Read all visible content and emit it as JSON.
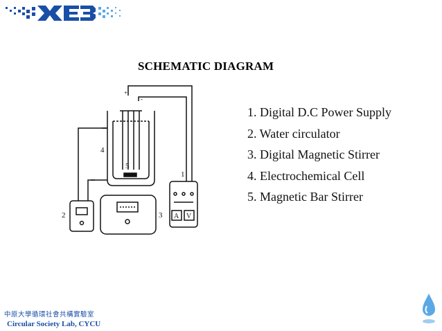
{
  "title": "SCHEMATIC DIAGRAM",
  "legend": [
    "1. Digital D.C Power Supply",
    "2. Water circulator",
    "3. Digital Magnetic Stirrer",
    "4. Electrochemical Cell",
    "5. Magnetic Bar Stirrer"
  ],
  "diagram": {
    "labels": [
      "1",
      "2",
      "3",
      "4",
      "5"
    ],
    "meter_labels": [
      "A",
      "V"
    ],
    "polarity": [
      "+",
      "-"
    ]
  },
  "footer": {
    "lab_name_cn": "中原大學循環社會共構實驗室",
    "lab_name_en": "Circular Society Lab, CYCU"
  },
  "colors": {
    "accent": "#1a4fa8",
    "accent_light": "#5aa9e6"
  },
  "icons": {
    "logo": "dotted-logo-icon",
    "drop": "water-drop-icon"
  }
}
